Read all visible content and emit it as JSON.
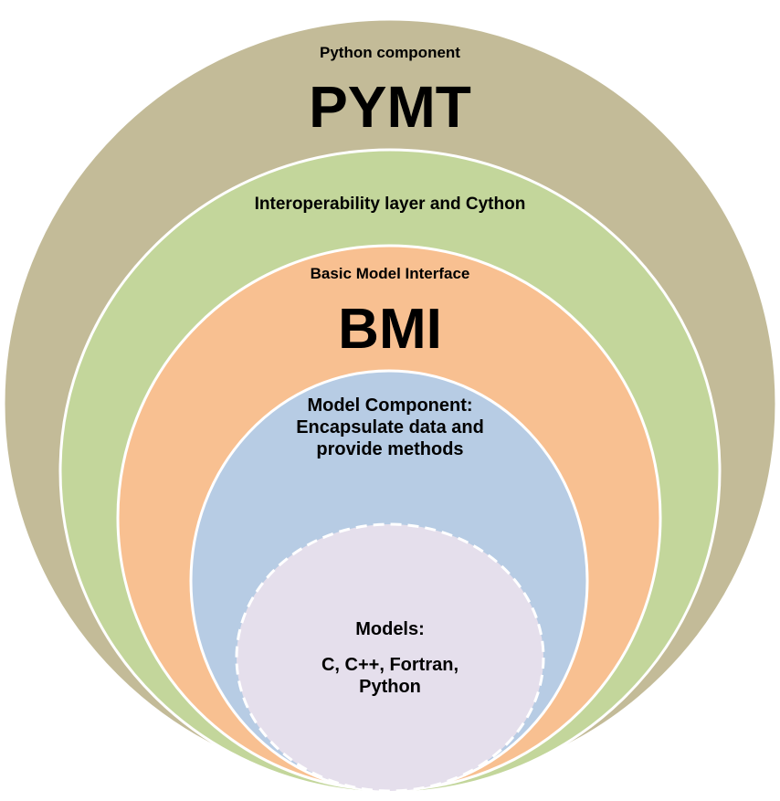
{
  "diagram": {
    "outer": {
      "subtitle": "Python component",
      "title": "PYMT",
      "color": "#c3bb98"
    },
    "interop": {
      "label": "Interoperability layer and Cython",
      "color": "#c3d69b"
    },
    "bmi": {
      "subtitle": "Basic Model Interface",
      "title": "BMI",
      "color": "#f8c091"
    },
    "model_component": {
      "label": "Model Component: Encapsulate data and provide methods",
      "color": "#b7cce4"
    },
    "models": {
      "heading": "Models:",
      "languages": "C, C++, Fortran, Python",
      "color": "#e5dfec"
    }
  }
}
